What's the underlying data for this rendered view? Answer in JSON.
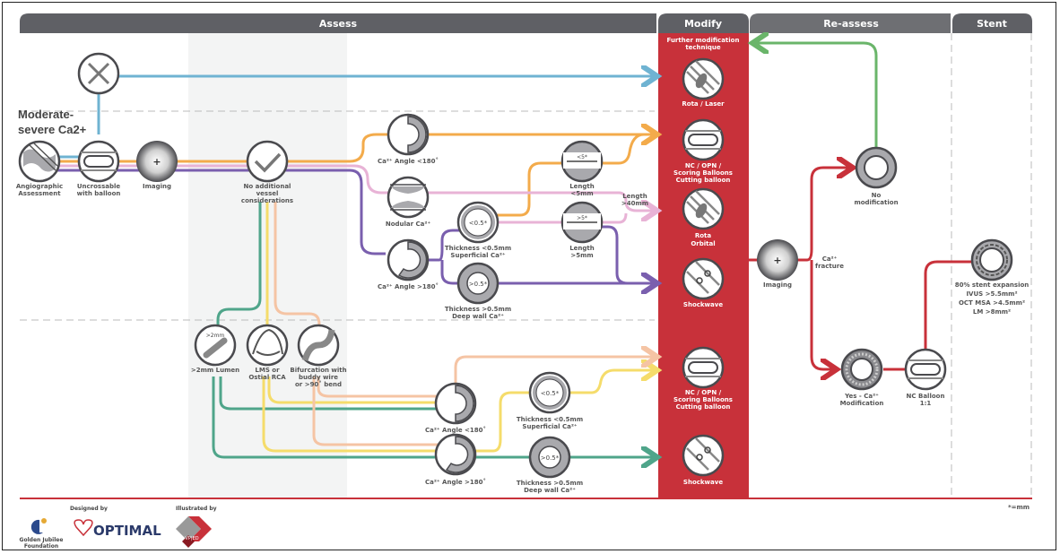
{
  "headers": {
    "assess": "Assess",
    "modify": "Modify",
    "reassess": "Re-assess",
    "stent": "Stent"
  },
  "title_label": [
    "Moderate-",
    "severe Ca2+"
  ],
  "assess_nodes": {
    "angiographic": [
      "Angiographic",
      "Assessment"
    ],
    "uncrossable": [
      "Uncrossable",
      "with balloon"
    ],
    "imaging": [
      "Imaging"
    ],
    "no_additional": [
      "No additional",
      "vessel",
      "considerations"
    ],
    "angle_lt180_top": [
      "Ca²⁺ Angle <180˚"
    ],
    "nodular": [
      "Nodular Ca²⁺"
    ],
    "angle_gt180_top": [
      "Ca²⁺ Angle >180˚"
    ],
    "thickness_lt_top": [
      "Thickness <0.5mm",
      "Superficial Ca²⁺"
    ],
    "thickness_gt_top": [
      "Thickness >0.5mm",
      "Deep wall Ca²⁺"
    ],
    "length_lt5": [
      "Length",
      "<5mm"
    ],
    "length_gt5": [
      "Length",
      ">5mm"
    ],
    "length_gt40": [
      "Length",
      ">40mm"
    ],
    "lumen": [
      ">2mm Lumen"
    ],
    "lms": [
      "LMS or",
      "Ostial RCA"
    ],
    "bifurcation": [
      "Bifurcation with",
      "buddy wire",
      "or  >90˚ bend"
    ],
    "angle_lt180_bottom": [
      "Ca²⁺ Angle <180˚"
    ],
    "angle_gt180_bottom": [
      "Ca²⁺ Angle >180˚"
    ],
    "thickness_lt_bottom": [
      "Thickness <0.5mm",
      "Superficial Ca²⁺"
    ],
    "thickness_gt_bottom": [
      "Thickness >0.5mm",
      "Deep wall Ca²⁺"
    ]
  },
  "icon_text": {
    "lt05": "<0.5*",
    "gt05": ">0.5*",
    "lt5": "<5*",
    "gt5": ">5*",
    "gt2mm": ">2mm"
  },
  "modify": {
    "further": [
      "Further modification",
      "technique"
    ],
    "rota_laser": [
      "Rota / Laser"
    ],
    "nc_opn_top": [
      "NC / OPN /",
      "Scoring Balloons",
      "Cutting balloon"
    ],
    "rota_orbital": [
      "Rota",
      "Orbital"
    ],
    "shockwave_top": [
      "Shockwave"
    ],
    "nc_opn_bottom": [
      "NC / OPN /",
      "Scoring Balloons",
      "Cutting balloon"
    ],
    "shockwave_bottom": [
      "Shockwave"
    ]
  },
  "reassess": {
    "imaging": [
      "Imaging"
    ],
    "fracture": [
      "Ca²⁺",
      "fracture"
    ],
    "no_mod": [
      "No",
      "modification"
    ],
    "yes_mod": [
      "Yes - Ca²⁺",
      "Modification"
    ],
    "nc_balloon": [
      "NC Balloon",
      "1:1"
    ]
  },
  "stent": {
    "criteria": [
      "80% stent expansion",
      "IVUS >5.5mm²",
      "OCT MSA >4.5mm²",
      "LM >8mm²"
    ]
  },
  "footer": {
    "designed_by": "Designed by",
    "illustrated_by": "Illustrated by",
    "golden_jubilee": [
      "Golden Jubilee",
      "Foundation"
    ],
    "optimal": "OPTIMAL",
    "vped": "VP|ED",
    "unit_note": "*=mm"
  },
  "colors": {
    "header_gray": "#5f6065",
    "modify_red": "#c8313a",
    "blue": "#6fb3d2",
    "orange": "#f3ab4b",
    "pink": "#e8b3d6",
    "purple": "#7a5fae",
    "teal": "#4fa58a",
    "yellow": "#f5dc6b",
    "peach": "#f5c4a4",
    "green": "#6ab56a",
    "red_path": "#c8313a",
    "node_stroke": "#4a4a4e",
    "node_fill": "#a9a9ad"
  }
}
